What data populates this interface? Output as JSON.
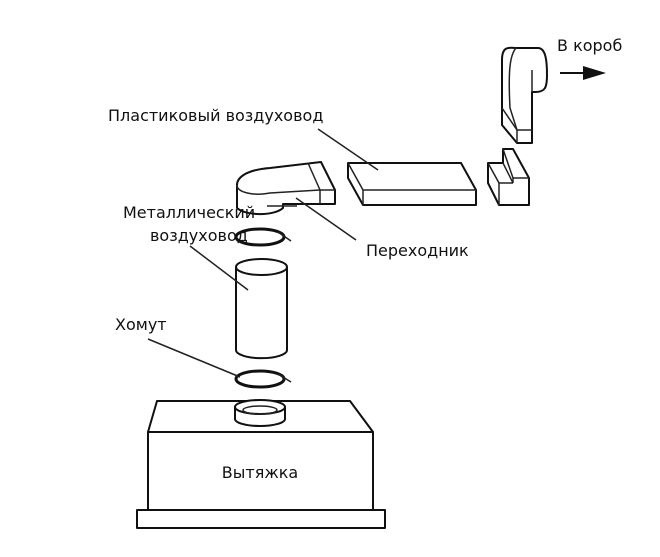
{
  "labels": {
    "to_box": "В короб",
    "plastic_duct": "Пластиковый воздуховод",
    "metal_duct_line1": "Металлический",
    "metal_duct_line2": "воздуховод",
    "adapter": "Переходник",
    "clamp": "Хомут",
    "hood": "Вытяжка"
  }
}
